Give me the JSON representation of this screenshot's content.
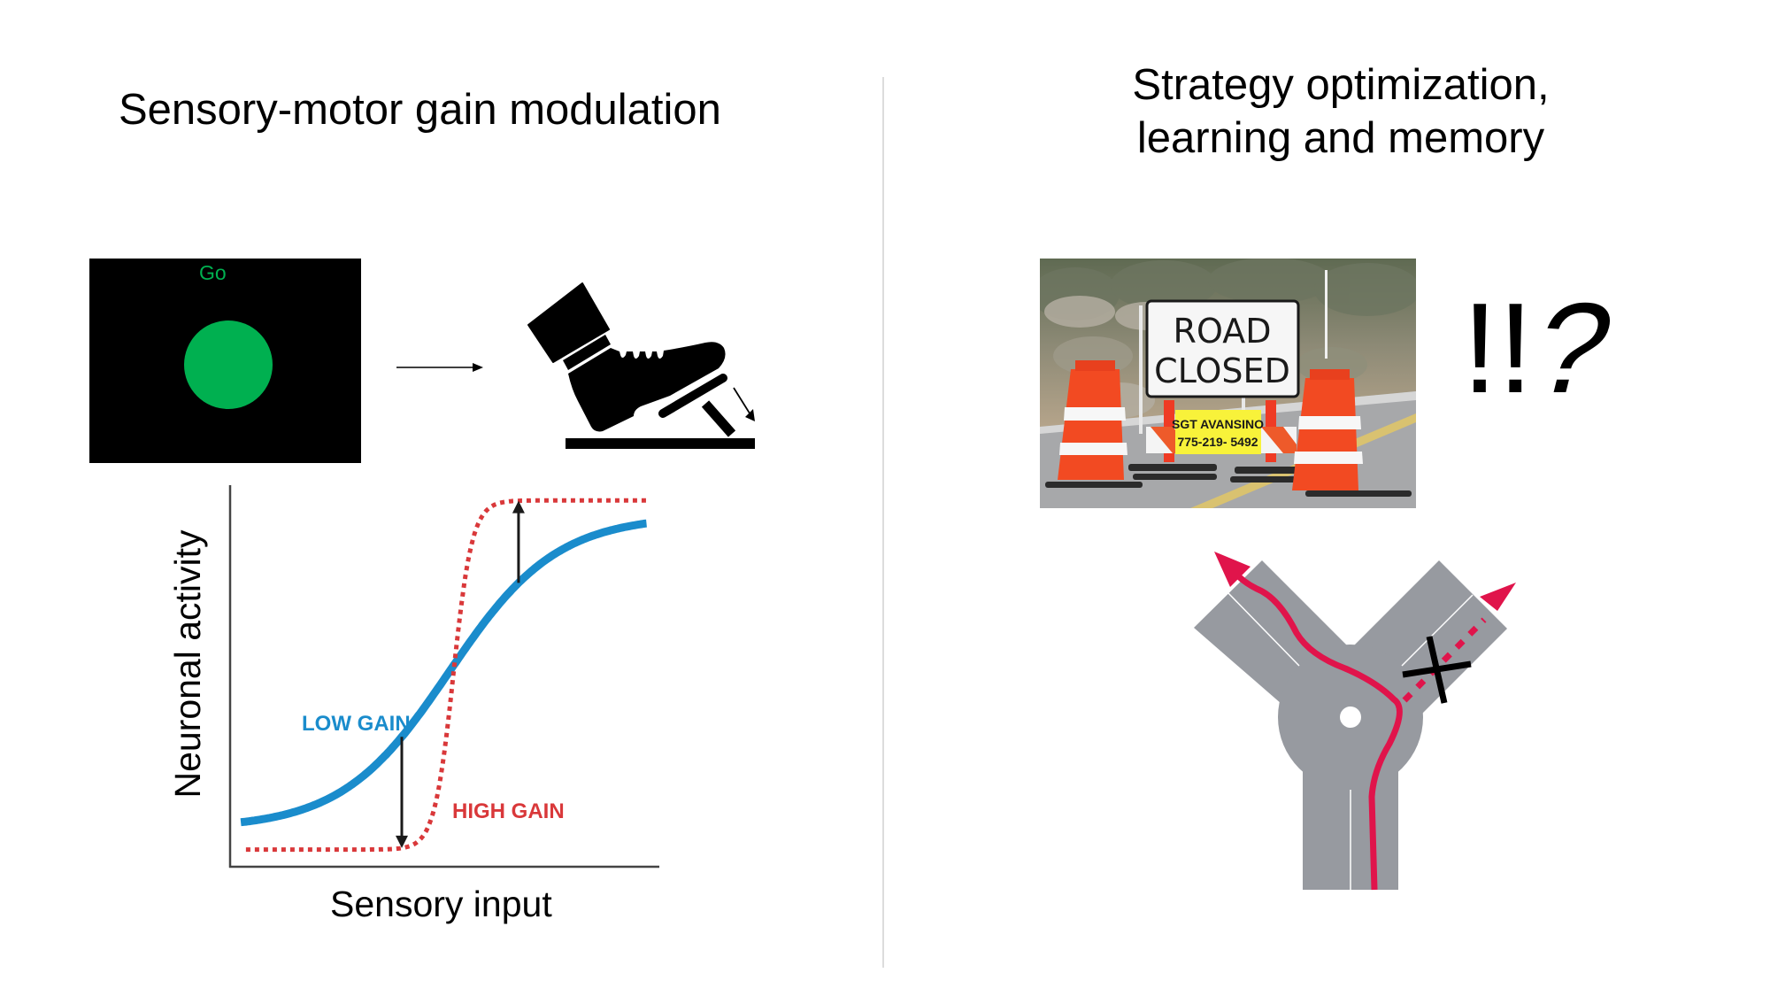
{
  "left_panel": {
    "title": "Sensory-motor gain modulation",
    "stimulus": {
      "label": "Go",
      "label_color": "#00b050",
      "circle_color": "#00b050",
      "background_color": "#000000"
    },
    "arrow_icon": "right-arrow-icon",
    "action_icon": "foot-pressing-pedal-icon",
    "chart_data": {
      "type": "line",
      "title": "",
      "xlabel": "Sensory input",
      "ylabel": "Neuronal activity",
      "xlim": [
        0,
        10
      ],
      "ylim": [
        0,
        1
      ],
      "grid": false,
      "ticks": "none",
      "series": [
        {
          "name": "LOW GAIN",
          "style": "solid",
          "color": "#1a8ccc",
          "function": "sigmoid",
          "baseline": 0.1,
          "amplitude": 0.82,
          "midpoint": 5.1,
          "slope_scale": 1.25,
          "x_range": [
            0.25,
            9.7
          ]
        },
        {
          "name": "HIGH GAIN",
          "style": "dotted",
          "color": "#d9383a",
          "function": "sigmoid",
          "baseline": 0.045,
          "amplitude": 0.915,
          "midpoint": 5.2,
          "slope_scale": 0.22,
          "x_range": [
            0.37,
            9.7
          ]
        }
      ],
      "annotations": [
        {
          "type": "arrow",
          "direction": "down",
          "x": 4.0,
          "from_series": "LOW GAIN",
          "to_series": "HIGH GAIN"
        },
        {
          "type": "arrow",
          "direction": "up",
          "x": 6.72,
          "from_series": "LOW GAIN",
          "to_series": "HIGH GAIN"
        },
        {
          "type": "label",
          "text": "LOW GAIN",
          "color": "#1a8ccc"
        },
        {
          "type": "label",
          "text": "HIGH GAIN",
          "color": "#d9383a"
        }
      ]
    }
  },
  "right_panel": {
    "title_line1": "Strategy optimization,",
    "title_line2": "learning and memory",
    "photo": {
      "description": "road closed barricade photo",
      "sign_line1": "ROAD",
      "sign_line2": "CLOSED",
      "placard_line1": "SGT AVANSINO",
      "placard_line2": "775-219- 5492"
    },
    "interjection_marks": "!!",
    "interjection_question": "?",
    "maze": {
      "icon": "y-maze-icon",
      "road_color": "#979aa0",
      "path_color": "#e0144b",
      "taken_route": "left-arm",
      "blocked_route": "right-arm",
      "blocked_marker": "x-mark-icon"
    }
  }
}
